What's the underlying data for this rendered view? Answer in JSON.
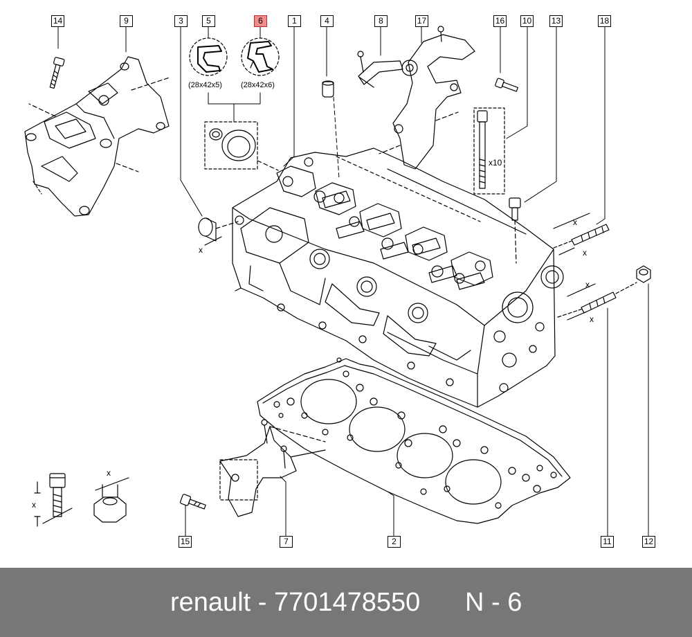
{
  "callouts": {
    "c1": "1",
    "c2": "2",
    "c3": "3",
    "c4": "4",
    "c5": "5",
    "c6": "6",
    "c7": "7",
    "c8": "8",
    "c9": "9",
    "c10": "10",
    "c11": "11",
    "c12": "12",
    "c13": "13",
    "c14": "14",
    "c15": "15",
    "c16": "16",
    "c17": "17",
    "c18": "18"
  },
  "highlighted_callout": "6",
  "highlight_color": "#f28b8b",
  "seal_sizes": {
    "seal_5": "(28x42x5)",
    "seal_6": "(28x42x6)"
  },
  "bolt_quantity": "x10",
  "dimension_marks": [
    "x",
    "x",
    "x",
    "x",
    "x",
    "x",
    "x"
  ],
  "footer": {
    "brand_part": "renault - 7701478550",
    "position": "N - 6",
    "background": "#777777",
    "text_color": "#ffffff"
  }
}
